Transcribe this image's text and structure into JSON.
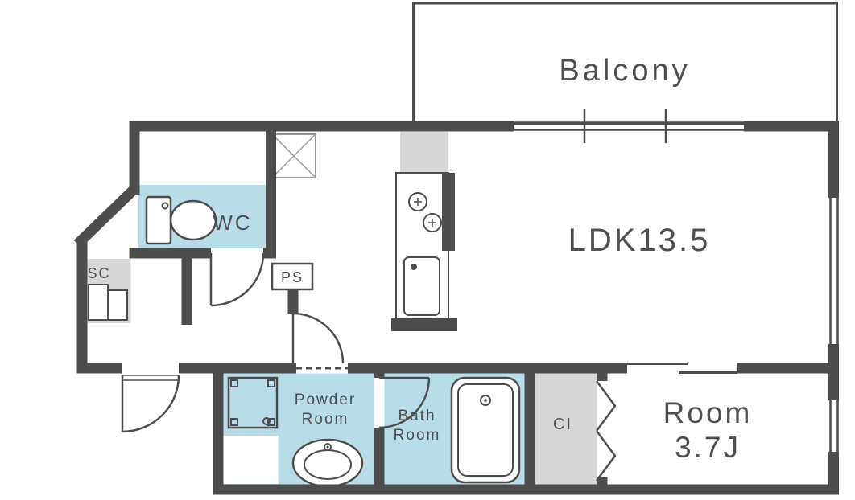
{
  "rooms": {
    "balcony": {
      "label": "Balcony"
    },
    "ldk": {
      "label": "LDK13.5"
    },
    "wc": {
      "label": "WC"
    },
    "sc": {
      "label": "SC"
    },
    "ps": {
      "label": "PS"
    },
    "powder": {
      "line1": "Powder",
      "line2": "Room"
    },
    "bath": {
      "line1": "Bath",
      "line2": "Room"
    },
    "ci": {
      "label": "CI"
    },
    "bedroom": {
      "line1": "Room",
      "line2": "3.7J"
    }
  },
  "colors": {
    "wall": "#4d4d4d",
    "room_blue": "#b9dde8",
    "light_gray": "#d7d7d7",
    "text": "#4f4f4f",
    "background": "#ffffff"
  },
  "icons": [
    "toilet-icon",
    "stove-burners-icon",
    "kitchen-sink-icon",
    "bathtub-icon",
    "washing-machine-icon",
    "vanity-sink-icon",
    "shoe-cabinet-icon",
    "shaft-cross-icon",
    "door-swing-arc",
    "sliding-door",
    "window-ticks",
    "closet-folding-door-icon"
  ]
}
